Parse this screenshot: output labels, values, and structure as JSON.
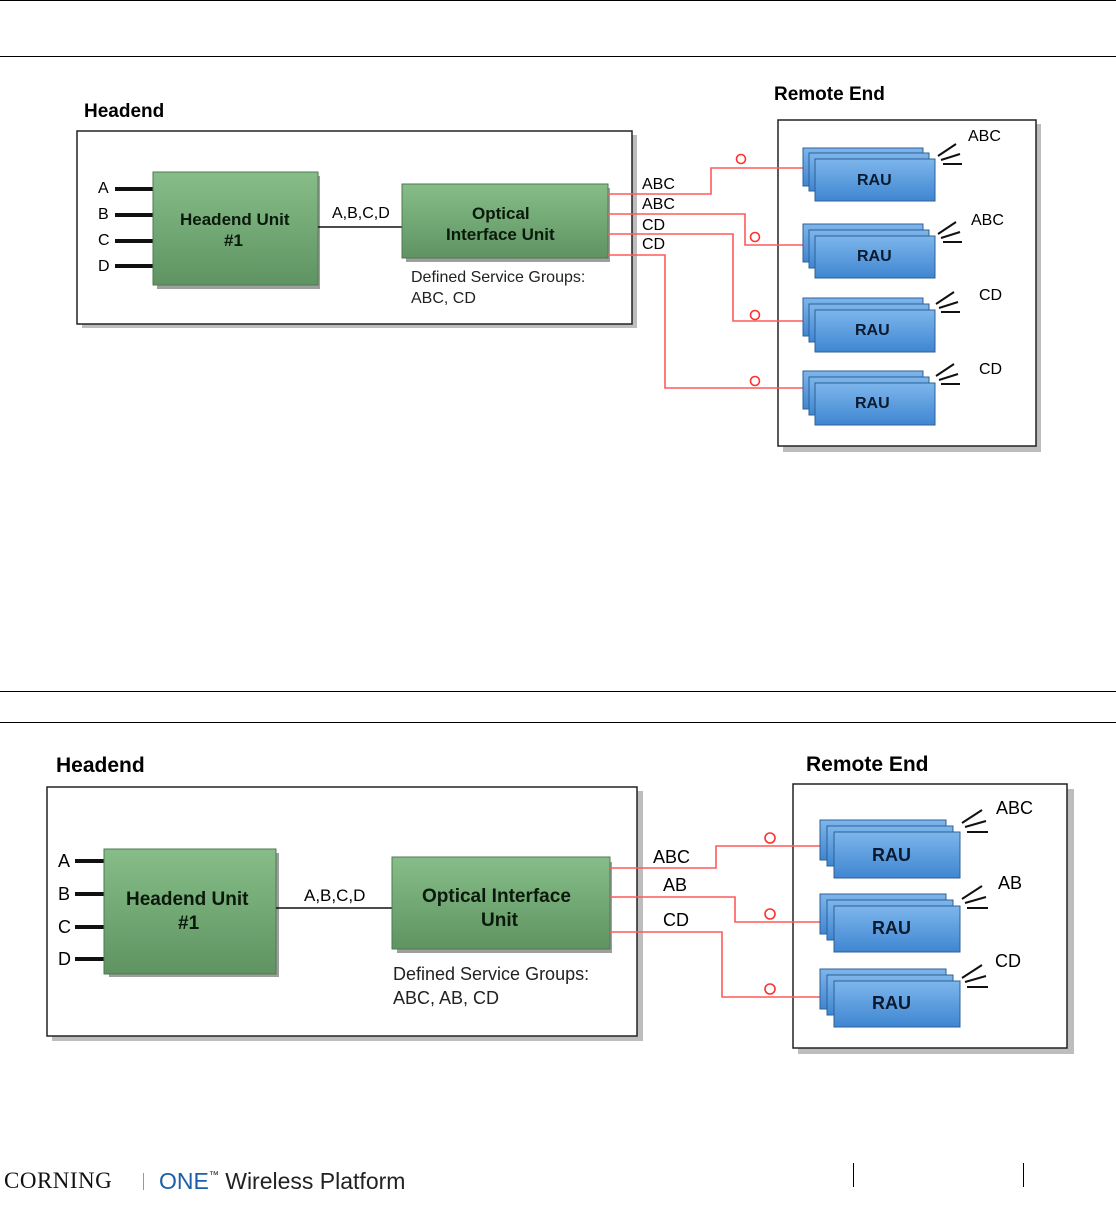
{
  "diagram1": {
    "headend_title": "Headend",
    "remote_title": "Remote End",
    "ports": [
      "A",
      "B",
      "C",
      "D"
    ],
    "headend_unit": [
      "Headend Unit",
      "#1"
    ],
    "link_label": "A,B,C,D",
    "oiu": [
      "Optical",
      "Interface Unit"
    ],
    "service_groups": [
      "Defined Service Groups:",
      "ABC, CD"
    ],
    "fiber_labels": [
      "ABC",
      "ABC",
      "CD",
      "CD"
    ],
    "rau_label": "RAU",
    "rau_bands": [
      "ABC",
      "ABC",
      "CD",
      "CD"
    ]
  },
  "diagram2": {
    "headend_title": "Headend",
    "remote_title": "Remote End",
    "ports": [
      "A",
      "B",
      "C",
      "D"
    ],
    "headend_unit": [
      "Headend Unit",
      "#1"
    ],
    "link_label": "A,B,C,D",
    "oiu": [
      "Optical Interface",
      "Unit"
    ],
    "service_groups": [
      "Defined Service Groups:",
      "ABC, AB, CD"
    ],
    "fiber_labels": [
      "ABC",
      "AB",
      "CD"
    ],
    "rau_label": "RAU",
    "rau_bands": [
      "ABC",
      "AB",
      "CD"
    ]
  },
  "footer": {
    "brand": "CORNING",
    "product_one": "ONE",
    "product_tm": "™",
    "product_rest": " Wireless Platform"
  },
  "colors": {
    "green": "#6aa36d",
    "rau_blue": "#4a90d9",
    "fiber_red": "#ff5a5a"
  }
}
